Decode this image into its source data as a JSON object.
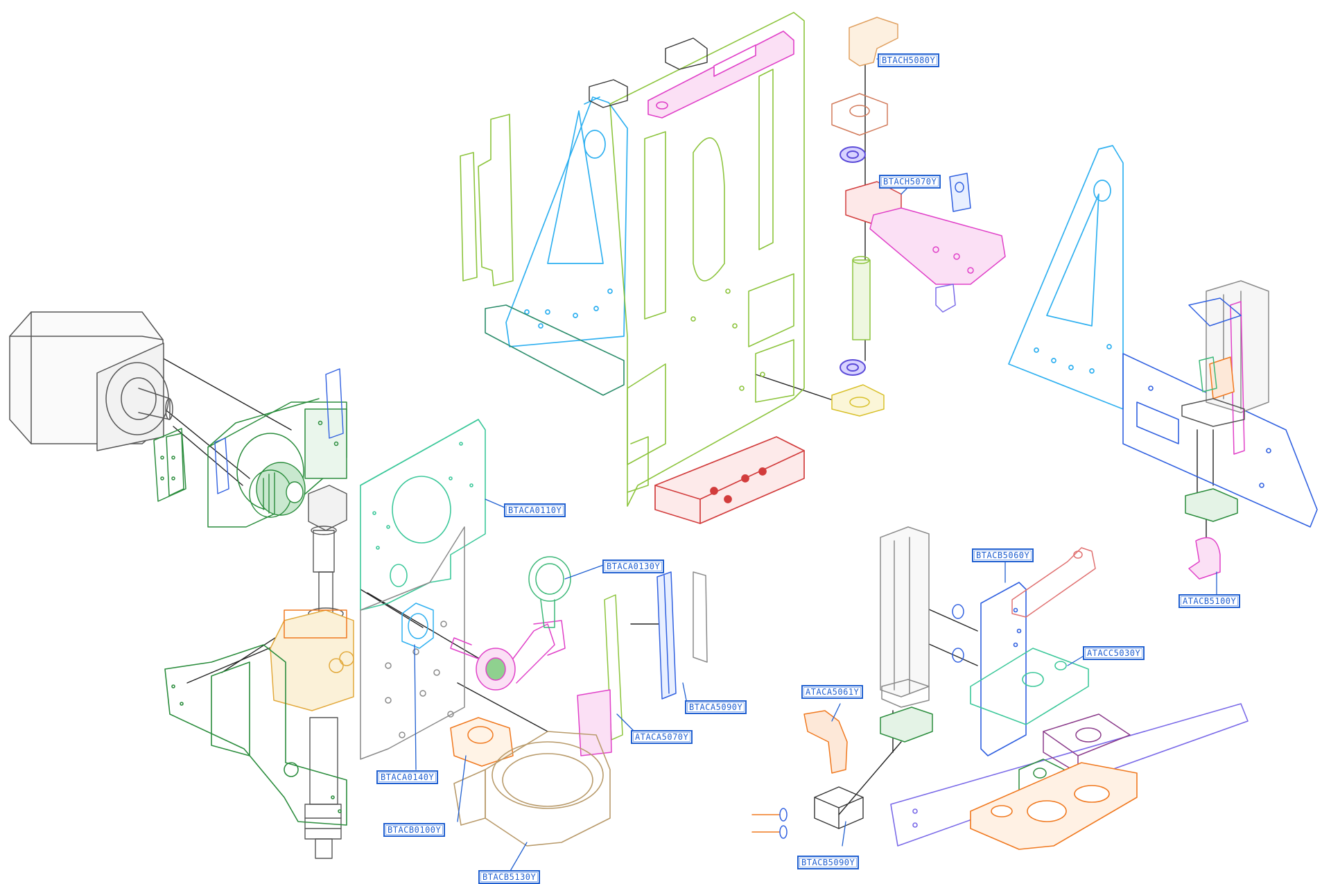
{
  "callouts": [
    {
      "id": "c1",
      "label": "BTACH5080Y"
    },
    {
      "id": "c2",
      "label": "BTACH5070Y"
    },
    {
      "id": "c3",
      "label": "BTACA0110Y"
    },
    {
      "id": "c4",
      "label": "BTACA0130Y"
    },
    {
      "id": "c5",
      "label": "BTACA5090Y"
    },
    {
      "id": "c6",
      "label": "ATACA5070Y"
    },
    {
      "id": "c7",
      "label": "BTACA0140Y"
    },
    {
      "id": "c8",
      "label": "BTACB0100Y"
    },
    {
      "id": "c9",
      "label": "BTACB5130Y"
    },
    {
      "id": "c10",
      "label": "BTACB5060Y"
    },
    {
      "id": "c11",
      "label": "ATACC5030Y"
    },
    {
      "id": "c12",
      "label": "ATACA5061Y"
    },
    {
      "id": "c13",
      "label": "BTACB5090Y"
    },
    {
      "id": "c14",
      "label": "ATACB5100Y"
    }
  ],
  "colors": {
    "callout_blue": "#1f5fd0",
    "frame_cyan": "#2fb0f0",
    "olive": "#8cc43c",
    "magenta": "#f03cf0",
    "green": "#2a8c3c",
    "red": "#d23c3c",
    "orange": "#f0781e",
    "tan": "#b89a6a",
    "gray": "#8a8a8a",
    "blue": "#3060e0",
    "violet": "#7a6ae8",
    "teal": "#3cc89a"
  }
}
